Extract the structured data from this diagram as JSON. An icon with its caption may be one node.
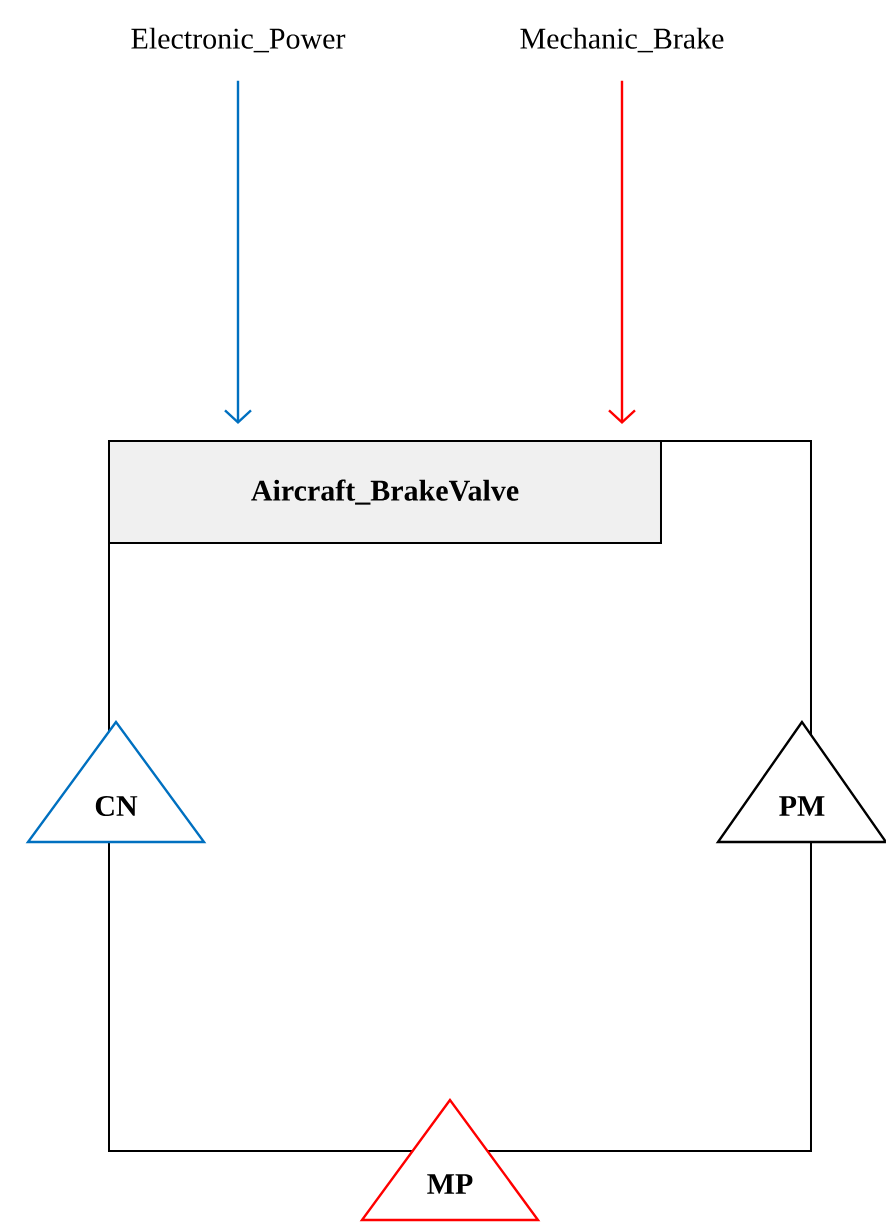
{
  "diagram": {
    "nodes": [
      {
        "text": [
          "Electronic_Power"
        ]
      },
      {
        "text": [
          "Mechanic_Brake"
        ]
      },
      {
        "text": [
          "Aircraft_BrakeValve"
        ]
      },
      {
        "text": [
          "CN"
        ]
      },
      {
        "text": [
          "PM"
        ]
      },
      {
        "text": [
          "MP"
        ]
      }
    ],
    "edges": [
      {
        "from": 0,
        "to": 2,
        "arrow": "to",
        "color": "#0070c0"
      },
      {
        "from": 1,
        "to": 2,
        "arrow": "to",
        "color": "#ff0000"
      }
    ]
  }
}
